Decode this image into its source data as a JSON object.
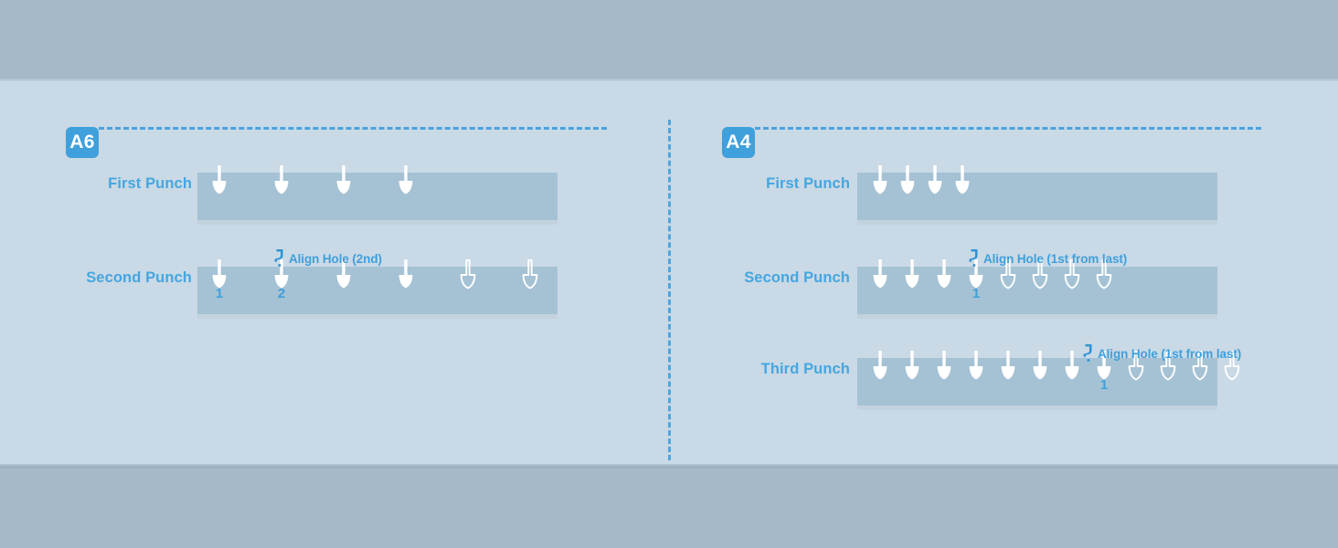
{
  "page": {
    "title": "Paper Punch Alignment Guide",
    "background": "#c9d9e5",
    "band_color": "#a5b9c8",
    "accent": "#3fa0dc",
    "paper_color": "#a5c2d4",
    "arrow_color": "#ffffff"
  },
  "divider": {
    "name": "section-divider",
    "style": "dashed-vertical",
    "color": "#4aa3dd"
  },
  "sections": [
    {
      "id": "a6",
      "badge": "A6",
      "rows": [
        {
          "id": "a6-first",
          "label": "First Punch",
          "filled_count": 4,
          "outline_count": 0,
          "numbers": [],
          "align_label": null
        },
        {
          "id": "a6-second",
          "label": "Second Punch",
          "filled_count": 4,
          "outline_count": 2,
          "numbers": [
            "1",
            "2"
          ],
          "align_label": "Align Hole (2nd)",
          "align_on_index": 2
        }
      ]
    },
    {
      "id": "a4",
      "badge": "A4",
      "rows": [
        {
          "id": "a4-first",
          "label": "First Punch",
          "filled_count": 4,
          "outline_count": 0,
          "numbers": [],
          "align_label": null
        },
        {
          "id": "a4-second",
          "label": "Second Punch",
          "filled_count": 4,
          "outline_count": 4,
          "numbers": [
            "1"
          ],
          "align_label": "Align Hole (1st from last)",
          "align_on_index": 4
        },
        {
          "id": "a4-third",
          "label": "Third Punch",
          "filled_count": 8,
          "outline_count": 4,
          "numbers": [
            "1"
          ],
          "align_label": "Align Hole (1st from last)",
          "align_on_index": 8
        }
      ]
    }
  ],
  "icons": {
    "punch_arrow": "punch-arrow-icon",
    "punch_arrow_outline": "punch-arrow-outline-icon",
    "align_marker": "align-hole-marker-icon"
  }
}
